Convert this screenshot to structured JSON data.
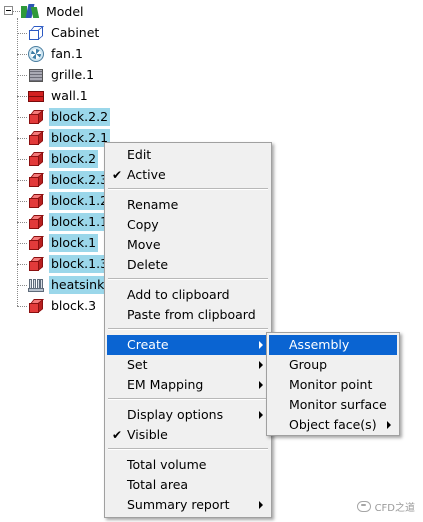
{
  "tree": {
    "root": {
      "label": "Model",
      "icon": "model-icon",
      "expanded": true
    },
    "items": [
      {
        "label": "Cabinet",
        "icon": "cabinet-icon",
        "selected": false
      },
      {
        "label": "fan.1",
        "icon": "fan-icon",
        "selected": false
      },
      {
        "label": "grille.1",
        "icon": "grille-icon",
        "selected": false
      },
      {
        "label": "wall.1",
        "icon": "wall-icon",
        "selected": false
      },
      {
        "label": "block.2.2",
        "icon": "block-icon",
        "selected": true
      },
      {
        "label": "block.2.1",
        "icon": "block-icon",
        "selected": true
      },
      {
        "label": "block.2",
        "icon": "block-icon",
        "selected": true
      },
      {
        "label": "block.2.3",
        "icon": "block-icon",
        "selected": true
      },
      {
        "label": "block.1.2",
        "icon": "block-icon",
        "selected": true
      },
      {
        "label": "block.1.1",
        "icon": "block-icon",
        "selected": true
      },
      {
        "label": "block.1",
        "icon": "block-icon",
        "selected": true
      },
      {
        "label": "block.1.3",
        "icon": "block-icon",
        "selected": true
      },
      {
        "label": "heatsink.",
        "icon": "heatsink-icon",
        "selected": true
      },
      {
        "label": "block.3",
        "icon": "block-icon",
        "selected": false
      }
    ]
  },
  "context_menu": {
    "items": [
      {
        "label": "Edit"
      },
      {
        "label": "Active",
        "checked": true
      },
      {
        "label": "Rename"
      },
      {
        "label": "Copy"
      },
      {
        "label": "Move"
      },
      {
        "label": "Delete"
      },
      {
        "label": "Add to clipboard"
      },
      {
        "label": "Paste from clipboard"
      },
      {
        "label": "Create",
        "submenu": true,
        "highlighted": true
      },
      {
        "label": "Set",
        "submenu": true
      },
      {
        "label": "EM Mapping",
        "submenu": true
      },
      {
        "label": "Display options",
        "submenu": true
      },
      {
        "label": "Visible",
        "checked": true
      },
      {
        "label": "Total volume"
      },
      {
        "label": "Total area"
      },
      {
        "label": "Summary report",
        "submenu": true
      }
    ]
  },
  "submenu_create": {
    "items": [
      {
        "label": "Assembly",
        "highlighted": true
      },
      {
        "label": "Group"
      },
      {
        "label": "Monitor point"
      },
      {
        "label": "Monitor surface"
      },
      {
        "label": "Object face(s)",
        "submenu": true
      }
    ]
  },
  "watermark": {
    "text": "CFD之道",
    "icon": "chat-bubble-icon"
  },
  "colors": {
    "selection": "#9bd7ea",
    "menu_highlight": "#0a64d2",
    "menu_bg": "#f0f0f0"
  }
}
